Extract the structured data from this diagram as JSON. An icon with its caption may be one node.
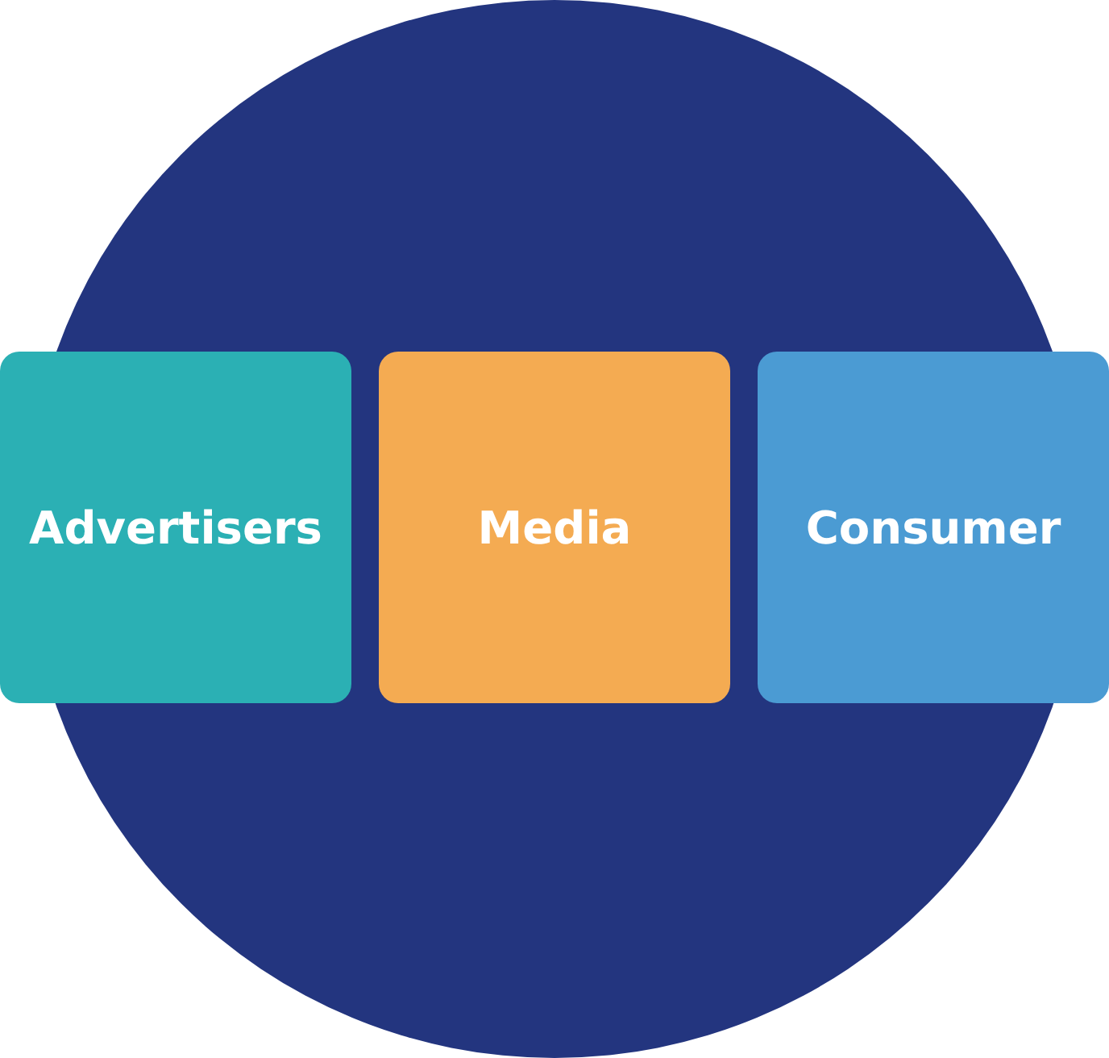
{
  "diagram": {
    "nodes": [
      {
        "text": [],
        "shape": "circle"
      },
      {
        "text": [
          "Advertisers"
        ]
      },
      {
        "text": [
          "Media"
        ],
        "in": 0
      },
      {
        "text": [
          "Consumer"
        ]
      }
    ]
  }
}
